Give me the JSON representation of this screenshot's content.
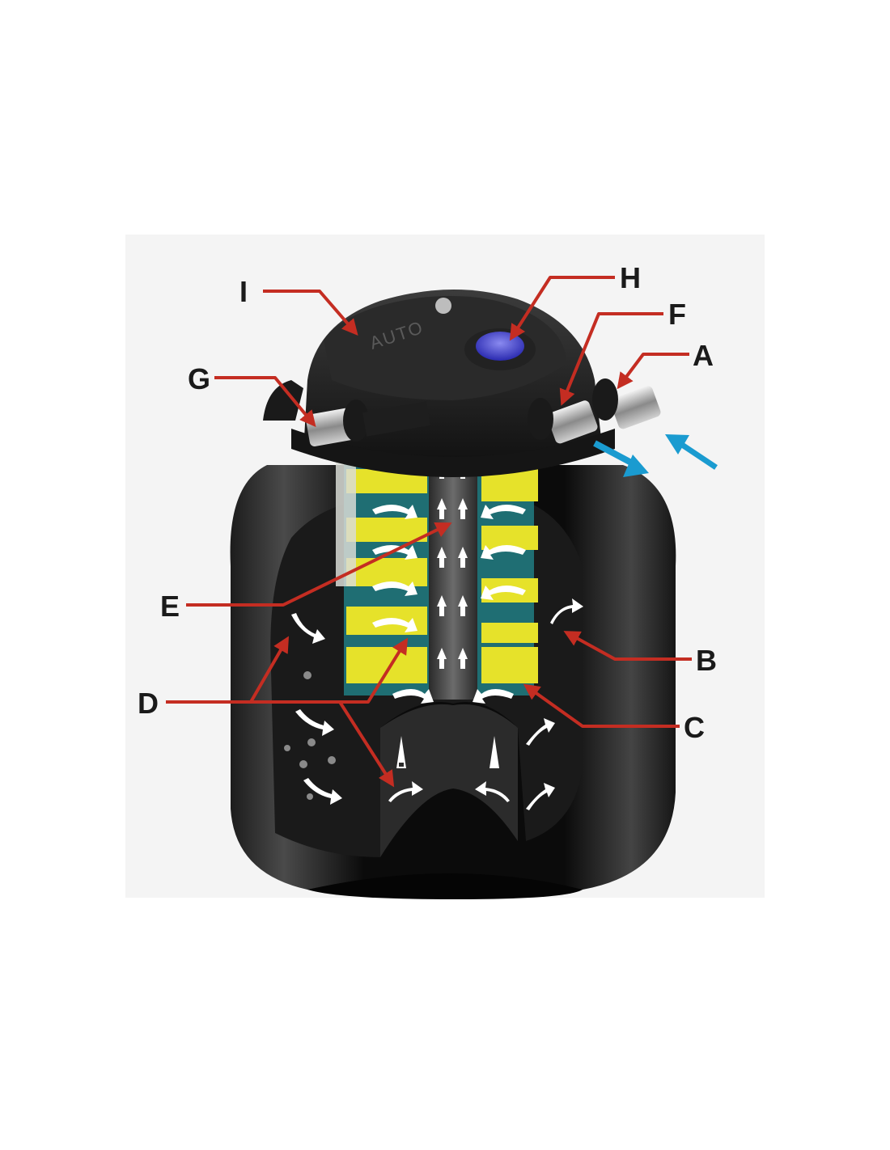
{
  "diagram": {
    "lid_text": "AUTO",
    "callouts": [
      {
        "key": "A",
        "label": "A"
      },
      {
        "key": "B",
        "label": "B"
      },
      {
        "key": "C",
        "label": "C"
      },
      {
        "key": "D",
        "label": "D"
      },
      {
        "key": "E",
        "label": "E"
      },
      {
        "key": "F",
        "label": "F"
      },
      {
        "key": "G",
        "label": "G"
      },
      {
        "key": "H",
        "label": "H"
      },
      {
        "key": "I",
        "label": "I"
      }
    ]
  },
  "colors": {
    "background": "#ffffff",
    "halo": "#f4f4f4",
    "body": "#0d0d0d",
    "body_highlight": "#3a3a3a",
    "leader": "#c42d22",
    "flow_arrow": "#1a9bd0",
    "sponge_yellow": "#e6e22a",
    "sponge_teal": "#1f6e73",
    "arrow_white": "#ffffff",
    "uv_knob": "#4b4bd6"
  }
}
